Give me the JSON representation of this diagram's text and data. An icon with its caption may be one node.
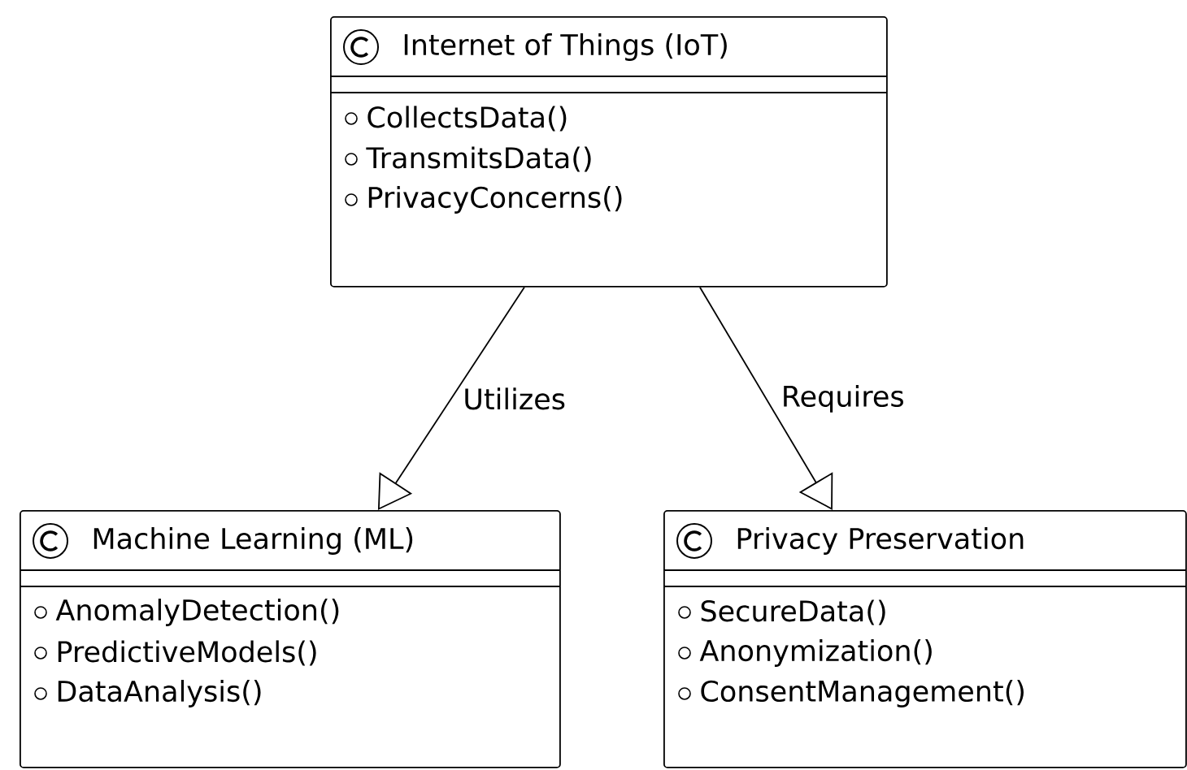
{
  "diagram": {
    "nodes": [
      {
        "text": [
          "Internet of Things (IoT)",
          "CollectsData()",
          "TransmitsData()",
          "PrivacyConcerns()"
        ]
      },
      {
        "text": [
          "Machine Learning (ML)",
          "AnomalyDetection()",
          "PredictiveModels()",
          "DataAnalysis()"
        ]
      },
      {
        "text": [
          "Privacy Preservation",
          "SecureData()",
          "Anonymization()",
          "ConsentManagement()"
        ]
      }
    ],
    "edges": [
      {
        "from": 0,
        "to": 1,
        "arrow": "to",
        "label": "Utilizes"
      },
      {
        "from": 0,
        "to": 2,
        "arrow": "to",
        "label": "Requires"
      }
    ]
  }
}
